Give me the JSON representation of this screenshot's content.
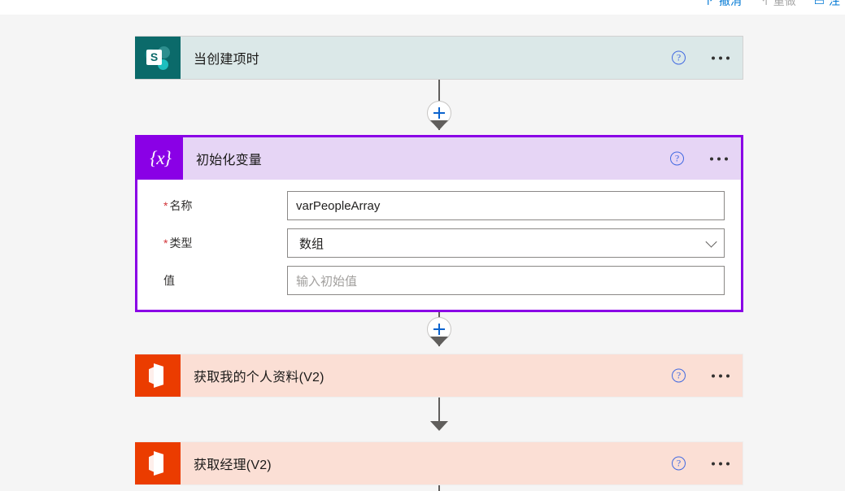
{
  "toolbar": {
    "items": [
      {
        "label": "撤消",
        "icon": "undo-icon",
        "glyph": "↱",
        "disabled": false
      },
      {
        "label": "重做",
        "icon": "redo-icon",
        "glyph": "↰",
        "disabled": true
      },
      {
        "label": "注",
        "icon": "comment-icon",
        "glyph": "▭",
        "disabled": false
      }
    ]
  },
  "colors": {
    "canvas_background": "#f5f5f5",
    "sharepoint_icon": "#0b6a6a",
    "sharepoint_header": "#dbe8e8",
    "variable_icon": "#8a00e6",
    "variable_header": "#e6d5f5",
    "selected_border": "#8a00e6",
    "office_icon": "#eb3c00",
    "office_header": "#fbdfd5",
    "accent_blue": "#0b63ce",
    "required_red": "#d13438"
  },
  "cards": [
    {
      "id": "trigger",
      "title": "当创建项时",
      "icon": "sharepoint-icon",
      "help_label": "?",
      "menu_label": "…",
      "selected": false
    },
    {
      "id": "variable",
      "title": "初始化变量",
      "icon": "variable-braces-icon",
      "help_label": "?",
      "menu_label": "…",
      "selected": true,
      "fields": [
        {
          "label": "名称",
          "required": true,
          "type": "text",
          "value": "varPeopleArray",
          "placeholder": ""
        },
        {
          "label": "类型",
          "required": true,
          "type": "select",
          "value": "数组",
          "placeholder": "",
          "chevron": "chevron-down-icon"
        },
        {
          "label": "值",
          "required": false,
          "type": "text",
          "value": "",
          "placeholder": "输入初始值"
        }
      ]
    },
    {
      "id": "profile",
      "title": "获取我的个人资料(V2)",
      "icon": "office365-icon",
      "help_label": "?",
      "menu_label": "…",
      "selected": false
    },
    {
      "id": "manager",
      "title": "获取经理(V2)",
      "icon": "office365-icon",
      "help_label": "?",
      "menu_label": "…",
      "selected": false
    }
  ],
  "connectors": [
    {
      "id": "trigger-to-variable",
      "has_plus": true,
      "plus_label": "+"
    },
    {
      "id": "variable-to-profile",
      "has_plus": true,
      "plus_label": "+"
    },
    {
      "id": "profile-to-manager",
      "has_plus": false
    },
    {
      "id": "manager-to-next",
      "has_plus": false
    }
  ]
}
